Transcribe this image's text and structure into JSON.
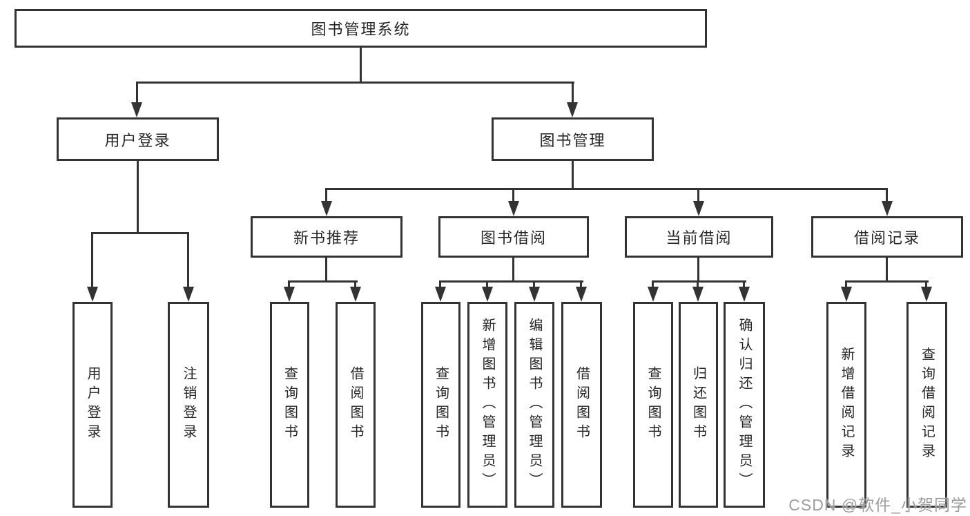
{
  "diagram": {
    "root": {
      "label": "图书管理系统"
    },
    "branches": [
      {
        "label": "用户登录",
        "children": [
          {
            "label": "用户登录"
          },
          {
            "label": "注销登录"
          }
        ]
      },
      {
        "label": "图书管理",
        "groups": [
          {
            "label": "新书推荐",
            "children": [
              {
                "label": "查询图书"
              },
              {
                "label": "借阅图书"
              }
            ]
          },
          {
            "label": "图书借阅",
            "children": [
              {
                "label": "查询图书"
              },
              {
                "label": "新增图书（管理员）"
              },
              {
                "label": "编辑图书（管理员）"
              },
              {
                "label": "借阅图书"
              }
            ]
          },
          {
            "label": "当前借阅",
            "children": [
              {
                "label": "查询图书"
              },
              {
                "label": "归还图书"
              },
              {
                "label": "确认归还（管理员）"
              }
            ]
          },
          {
            "label": "借阅记录",
            "children": [
              {
                "label": "新增借阅记录"
              },
              {
                "label": "查询借阅记录"
              }
            ]
          }
        ]
      }
    ]
  },
  "watermark": {
    "text": "CSDN @软件_小贺同学"
  },
  "colors": {
    "line": "#333333",
    "text": "#262626",
    "background": "#ffffff",
    "watermark": "#969696"
  }
}
